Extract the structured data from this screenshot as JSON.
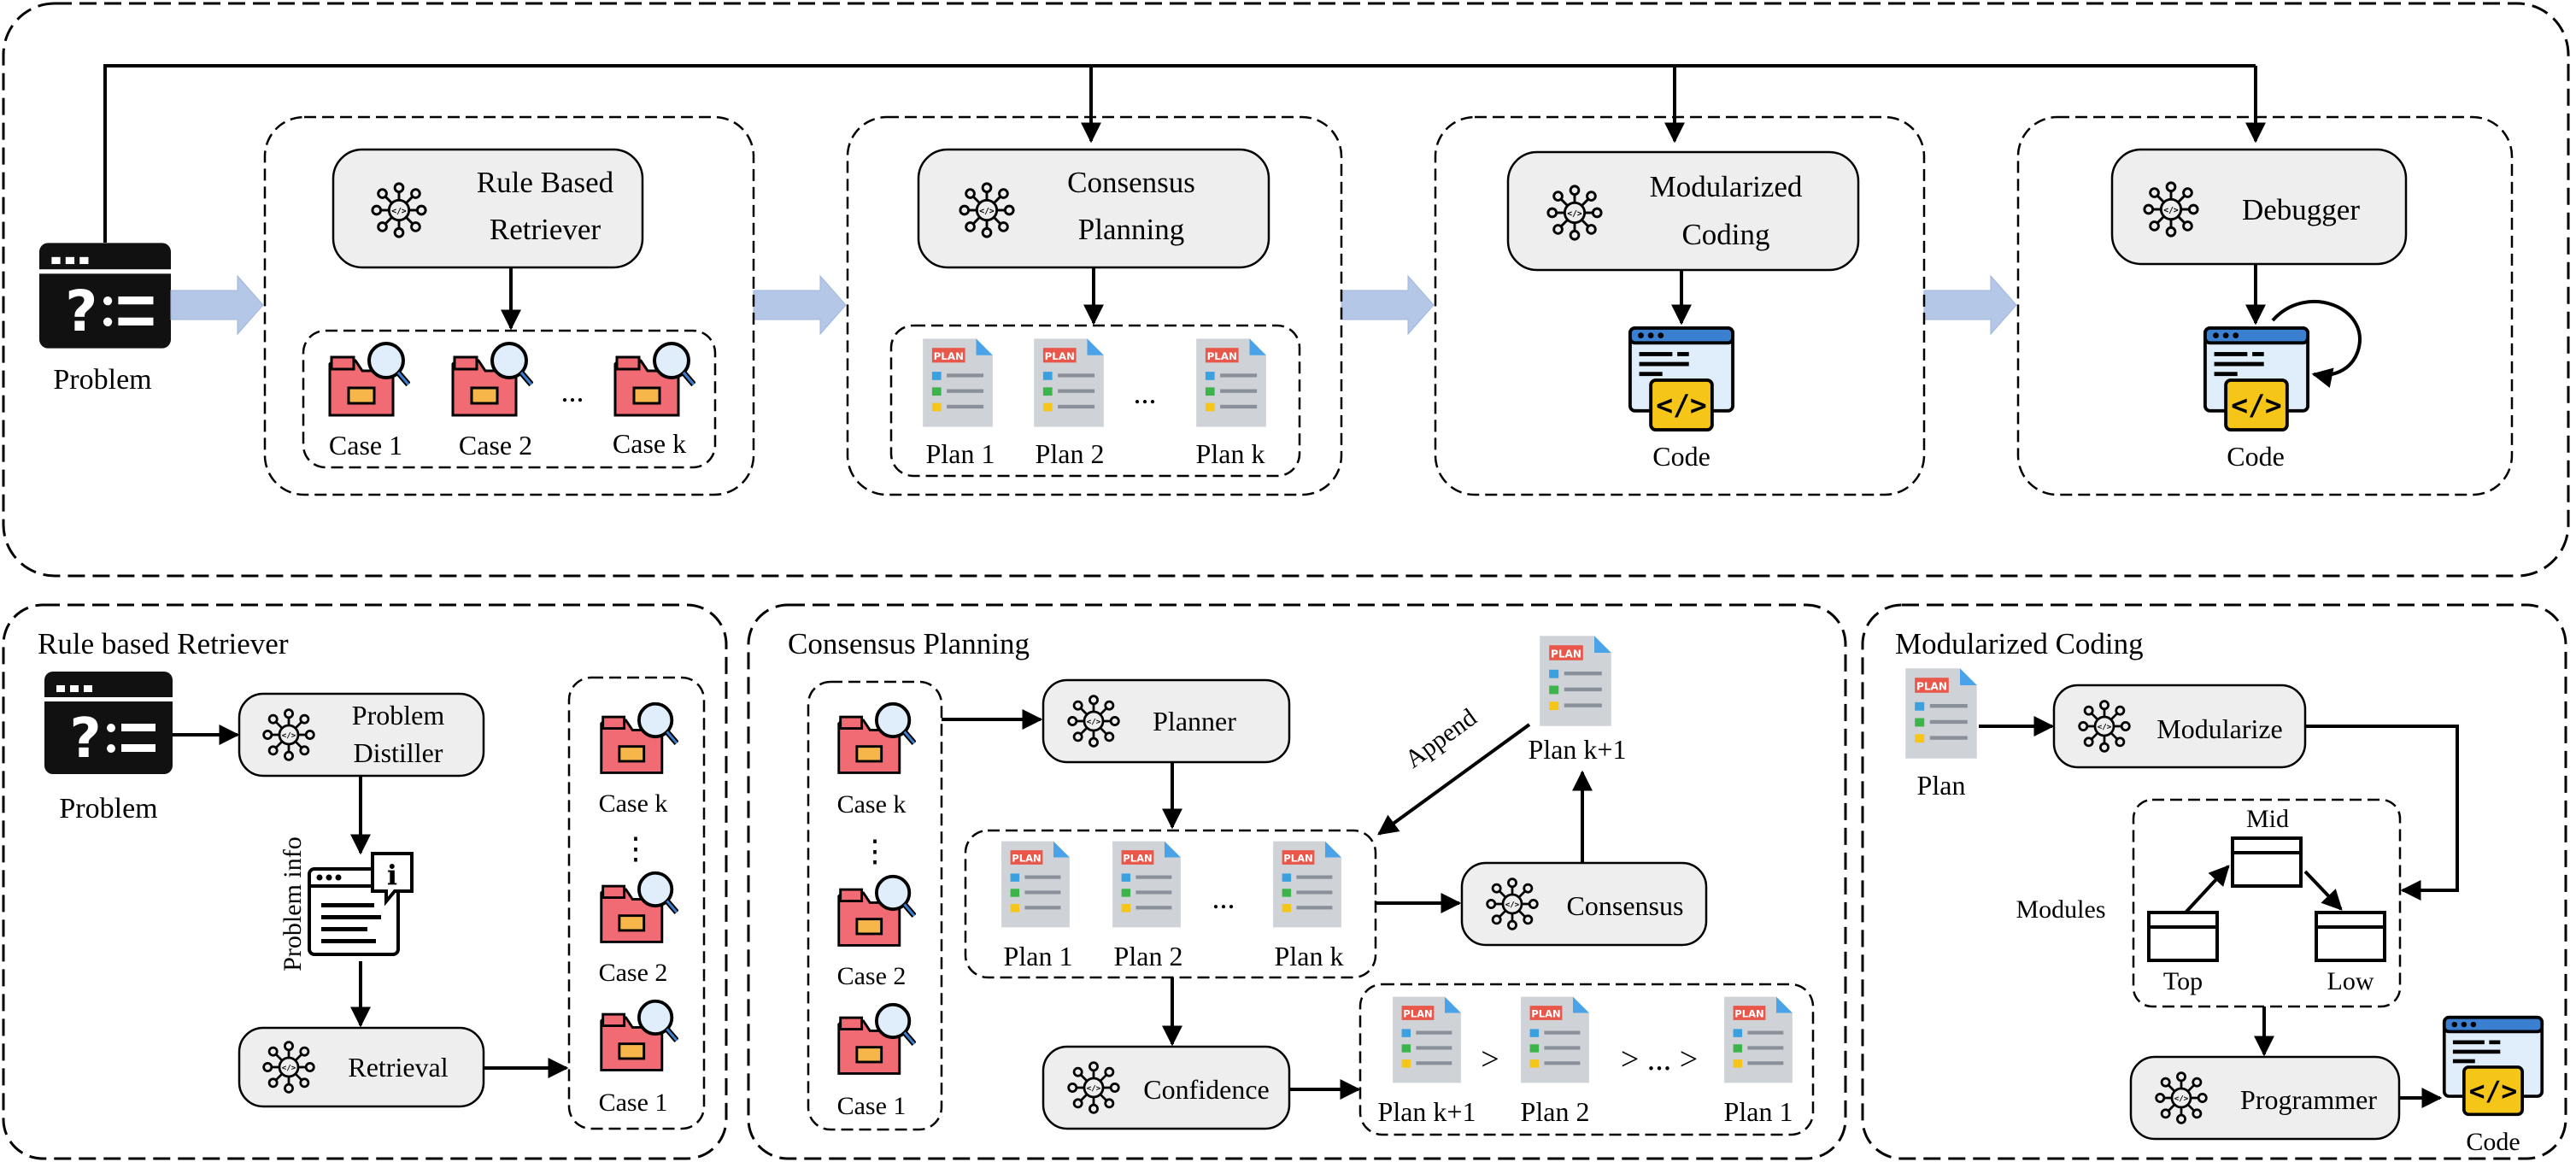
{
  "top": {
    "problem_label": "Problem",
    "retriever_title_1": "Rule Based",
    "retriever_title_2": "Retriever",
    "cases": [
      "Case 1",
      "Case 2",
      "Case k"
    ],
    "ellipsis": "...",
    "planning_title_1": "Consensus",
    "planning_title_2": "Planning",
    "plans": [
      "Plan 1",
      "Plan 2",
      "Plan k"
    ],
    "coding_title_1": "Modularized",
    "coding_title_2": "Coding",
    "code_label": "Code",
    "debugger_title": "Debugger",
    "debug_code_label": "Code",
    "plan_tag": "PLAN"
  },
  "retriever_panel": {
    "title": "Rule based Retriever",
    "problem_label": "Problem",
    "distiller_1": "Problem",
    "distiller_2": "Distiller",
    "problem_info": "Problem info",
    "retrieval": "Retrieval",
    "case_k": "Case k",
    "vdots": "⋮",
    "case_2": "Case 2",
    "case_1": "Case 1"
  },
  "planning_panel": {
    "title": "Consensus Planning",
    "case_k": "Case k",
    "vdots": "⋮",
    "case_2": "Case 2",
    "case_1": "Case 1",
    "planner": "Planner",
    "plan_1": "Plan 1",
    "plan_2": "Plan 2",
    "plan_k": "Plan k",
    "ellipsis": "...",
    "append": "Append",
    "plan_k1": "Plan k+1",
    "consensus": "Consensus",
    "confidence": "Confidence",
    "rank_1": "Plan k+1",
    "rank_2": "Plan 2",
    "rank_3": "Plan 1",
    "gt1": ">",
    "gt2": "> ... >"
  },
  "coding_panel": {
    "title": "Modularized Coding",
    "plan": "Plan",
    "modularize": "Modularize",
    "modules": "Modules",
    "mid": "Mid",
    "top": "Top",
    "low": "Low",
    "programmer": "Programmer",
    "code": "Code"
  },
  "colors": {
    "folder": "#f06b73",
    "folder_inner": "#f7b64a",
    "doc": "#cfd3d8",
    "doc_tag": "#e8574a",
    "code_window": "#dfeefa",
    "code_bar": "#3b7fd1",
    "code_badge": "#f5c518",
    "node_fill": "#eeeeee",
    "flow_arrow": "#b4c7e7"
  }
}
